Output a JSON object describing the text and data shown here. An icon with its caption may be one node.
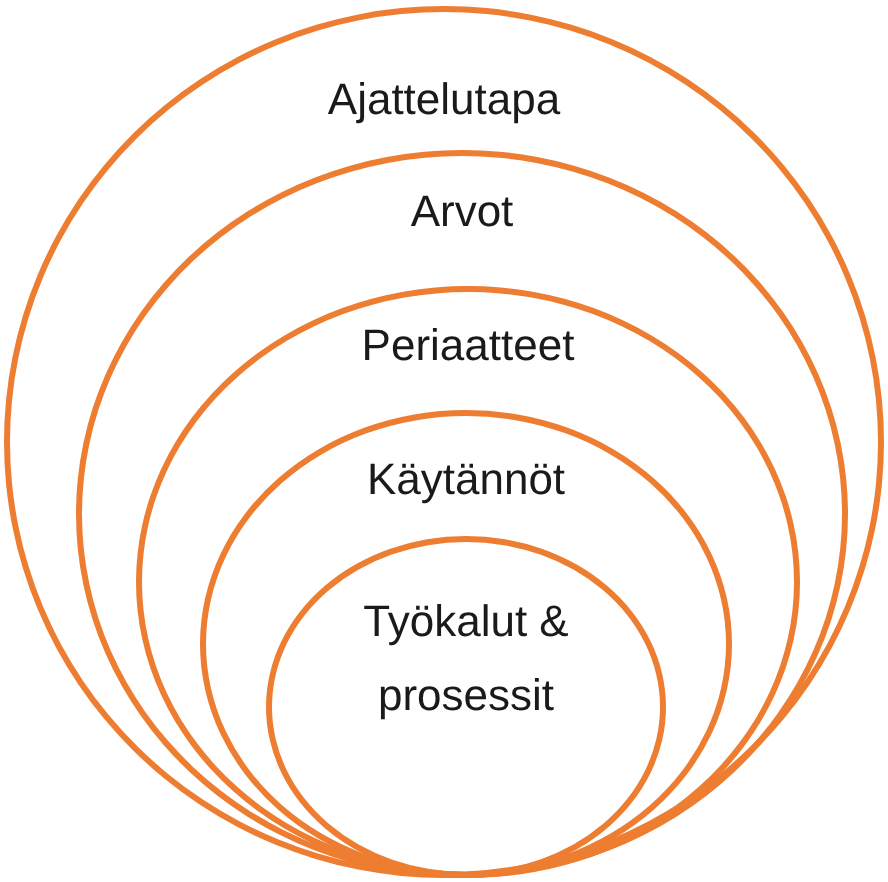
{
  "diagram": {
    "nodes": [
      {
        "text": [
          "Ajattelutapa"
        ]
      },
      {
        "text": [
          "Arvot"
        ],
        "in": 0
      },
      {
        "text": [
          "Periaatteet"
        ],
        "in": 1
      },
      {
        "text": [
          "Käytännöt"
        ],
        "in": 2
      },
      {
        "text": [
          "Työkalut & prosessit"
        ],
        "in": 3
      }
    ]
  }
}
